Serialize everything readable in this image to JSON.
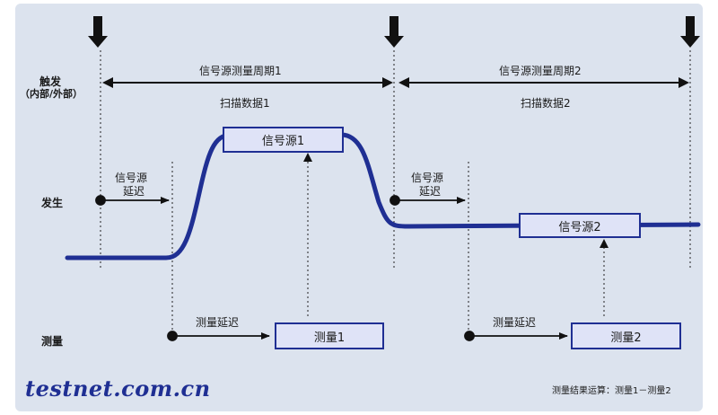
{
  "labels": {
    "trigger": "触发",
    "trigger_sub": "（内部/外部）",
    "generate": "发生",
    "measure": "测量",
    "period1": "信号源测量周期1",
    "scan1": "扫描数据1",
    "period2": "信号源测量周期2",
    "scan2": "扫描数据2",
    "delay_a_line1": "信号源",
    "delay_a_line2": "延迟",
    "delay_b_line1": "信号源",
    "delay_b_line2": "延迟",
    "source1": "信号源1",
    "source2": "信号源2",
    "meas_delay1": "测量延迟",
    "meas_delay2": "测量延迟",
    "meas1": "测量1",
    "meas2": "测量2",
    "result": "测量结果运算：测量1－测量2"
  },
  "watermark": "testnet.com.cn",
  "colors": {
    "background": "#dce3ee",
    "signal": "#1f2f93",
    "box_fill": "#dfe3f7",
    "arrow": "#111111"
  }
}
